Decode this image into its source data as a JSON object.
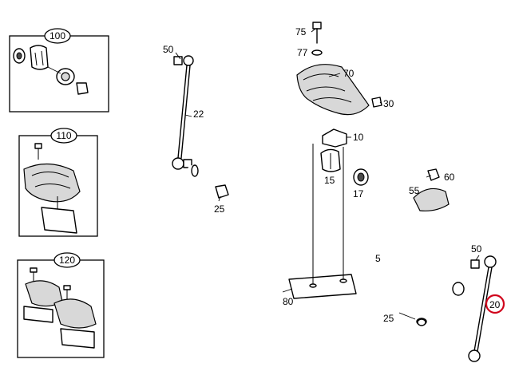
{
  "colors": {
    "line": "#000000",
    "highlight": "#d0021b",
    "background": "#ffffff"
  },
  "insets": [
    {
      "id": "100",
      "label": "100"
    },
    {
      "id": "110",
      "label": "110"
    },
    {
      "id": "120",
      "label": "120"
    }
  ],
  "callouts": {
    "p50_top": "50",
    "p22": "22",
    "p75": "75",
    "p77": "77",
    "p70": "70",
    "p30": "30",
    "p10": "10",
    "p15": "15",
    "p17": "17",
    "p60": "60",
    "p55": "55",
    "p25_left": "25",
    "p5": "5",
    "p80": "80",
    "p50_right": "50",
    "p25_right": "25",
    "p20": "20"
  },
  "highlighted_part": "20"
}
